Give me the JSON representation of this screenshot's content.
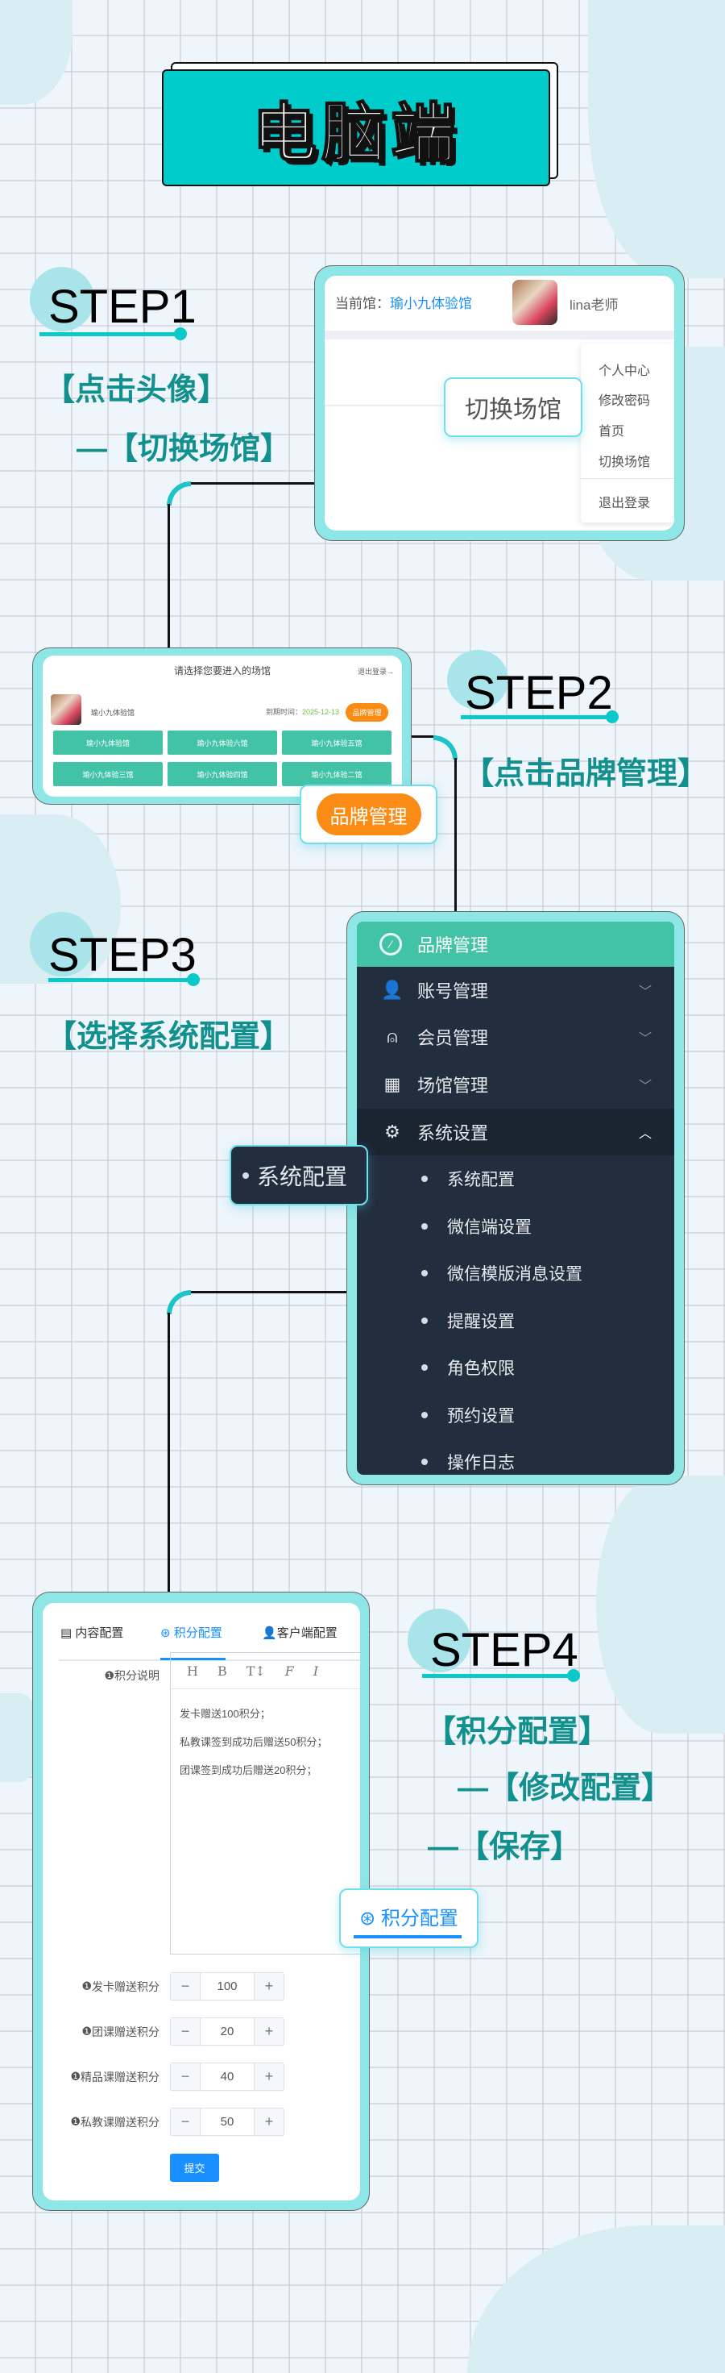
{
  "title": "电脑端",
  "steps": [
    {
      "label": "STEP1",
      "hints": [
        "【点击头像】",
        "—【切换场馆】"
      ]
    },
    {
      "label": "STEP2",
      "hints": [
        "【点击品牌管理】"
      ]
    },
    {
      "label": "STEP3",
      "hints": [
        "【选择系统配置】"
      ]
    },
    {
      "label": "STEP4",
      "hints": [
        "【积分配置】",
        "—【修改配置】",
        "—【保存】"
      ]
    }
  ],
  "step1": {
    "current_venue_label": "当前馆：",
    "current_venue": "瑜小九体验馆",
    "user_name": "lina老师",
    "dropdown": [
      "个人中心",
      "修改密码",
      "首页",
      "切换场馆",
      "退出登录"
    ],
    "callout": "切换场馆"
  },
  "step2": {
    "heading": "请选择您要进入的场馆",
    "logout": "退出登录→",
    "venue_name": "瑜小九体验馆",
    "expire_label": "到期时间：",
    "expire_date": "2025-12-13",
    "brand_button": "品牌管理",
    "venues": [
      "瑜小九体验馆",
      "瑜小九体验六馆",
      "瑜小九体验五馆",
      "瑜小九体验三馆",
      "瑜小九体验四馆",
      "瑜小九体验二馆"
    ],
    "callout": "品牌管理"
  },
  "step3": {
    "header": "品牌管理",
    "menu": [
      {
        "label": "账号管理",
        "icon": "user-icon"
      },
      {
        "label": "会员管理",
        "icon": "member-icon"
      },
      {
        "label": "场馆管理",
        "icon": "building-icon"
      },
      {
        "label": "系统设置",
        "icon": "gear-icon"
      }
    ],
    "submenu": [
      "系统配置",
      "微信端设置",
      "微信模版消息设置",
      "提醒设置",
      "角色权限",
      "预约设置",
      "操作日志"
    ],
    "callout": "系统配置"
  },
  "step4": {
    "tabs": [
      "内容配置",
      "积分配置",
      "客户端配置"
    ],
    "editor_label": "积分说明",
    "toolbar": [
      "H",
      "B",
      "T↕",
      "F",
      "I"
    ],
    "editor_lines": [
      "发卡赠送100积分；",
      "私教课签到成功后赠送50积分；",
      "团课签到成功后赠送20积分；"
    ],
    "fields": [
      {
        "label": "发卡赠送积分",
        "value": "100"
      },
      {
        "label": "团课赠送积分",
        "value": "20"
      },
      {
        "label": "精品课赠送积分",
        "value": "40"
      },
      {
        "label": "私教课赠送积分",
        "value": "50"
      }
    ],
    "minus": "−",
    "plus": "+",
    "submit": "提交",
    "callout": "积分配置"
  }
}
